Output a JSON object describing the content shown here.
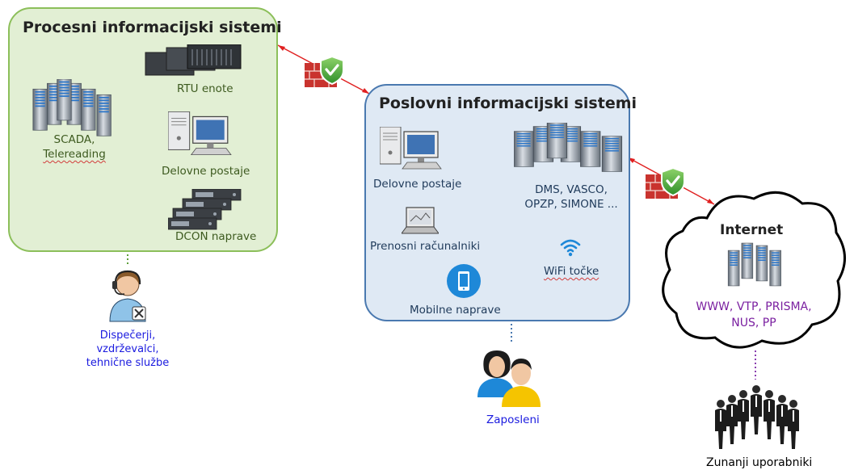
{
  "process_zone": {
    "title": "Procesni informacijski sistemi",
    "scada_line1": "SCADA,",
    "scada_line2": "Telereading",
    "rtu": "RTU enote",
    "workstations": "Delovne postaje",
    "dcon": "DCON naprave"
  },
  "business_zone": {
    "title": "Poslovni informacijski sistemi",
    "workstations": "Delovne postaje",
    "laptops": "Prenosni računalniki",
    "servers_line1": "DMS, VASCO,",
    "servers_line2": "OPZP, SIMONE ...",
    "wifi": "WiFi točke",
    "mobile": "Mobilne naprave"
  },
  "internet_zone": {
    "title": "Internet",
    "services_line1": "WWW, VTP, PRISMA,",
    "services_line2": "NUS, PP"
  },
  "users": {
    "dispatchers_line1": "Dispečerji,",
    "dispatchers_line2": "vzdrževalci,",
    "dispatchers_line3": "tehnične službe",
    "employees": "Zaposleni",
    "external": "Zunanji uporabniki"
  },
  "colors": {
    "process_fill": "#e2efd4",
    "process_border": "#8cbf5a",
    "business_fill": "#dfe9f4",
    "business_border": "#4a79b0",
    "connector": "#4a79b0",
    "firewall_link": "#e02020",
    "wifi": "#1e88d8"
  },
  "icons": [
    "server-cluster-icon",
    "rtu-rack-icon",
    "desktop-pc-icon",
    "laptop-icon",
    "wifi-icon",
    "mobile-phone-icon",
    "firewall-icon",
    "shield-check-icon",
    "cloud-icon",
    "dispatcher-headset-icon",
    "employees-icon",
    "business-people-icon"
  ]
}
